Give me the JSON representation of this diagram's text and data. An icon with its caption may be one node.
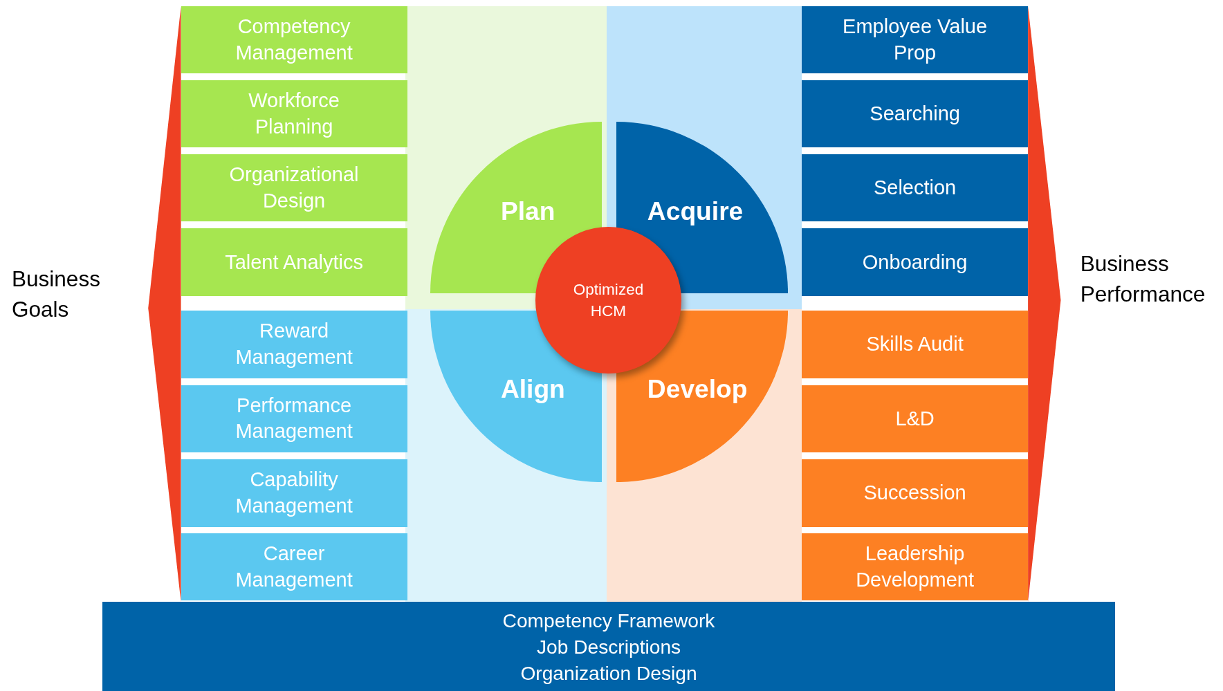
{
  "diagram": {
    "nodes": [
      {
        "text": [
          "Competency Management"
        ]
      },
      {
        "text": [
          "Workforce Planning"
        ]
      },
      {
        "text": [
          "Organizational Design"
        ]
      },
      {
        "text": [
          "Talent Analytics"
        ]
      },
      {
        "text": [
          "Plan"
        ]
      },
      {
        "text": [
          "Acquire"
        ]
      },
      {
        "text": [
          "Optimized HCM"
        ]
      },
      {
        "text": [
          "Employee Value Prop"
        ]
      },
      {
        "text": [
          "Searching"
        ]
      },
      {
        "text": [
          "Selection"
        ]
      },
      {
        "text": [
          "Onboarding"
        ]
      },
      {
        "text": [
          "Reward Management"
        ]
      },
      {
        "text": [
          "Performance Management"
        ]
      },
      {
        "text": [
          "Capability Management"
        ]
      },
      {
        "text": [
          "Career Management"
        ]
      },
      {
        "text": [
          "Align"
        ]
      },
      {
        "text": [
          "Develop"
        ]
      },
      {
        "text": [
          "Skills Audit"
        ]
      },
      {
        "text": [
          "L&D"
        ]
      },
      {
        "text": [
          "Succession"
        ]
      },
      {
        "text": [
          "Leadership Development"
        ]
      },
      {
        "text": [
          "Competency Framework",
          "Job Descriptions",
          "Organization Design"
        ]
      }
    ],
    "labels": [
      "Business Goals",
      "Business Performance"
    ]
  }
}
